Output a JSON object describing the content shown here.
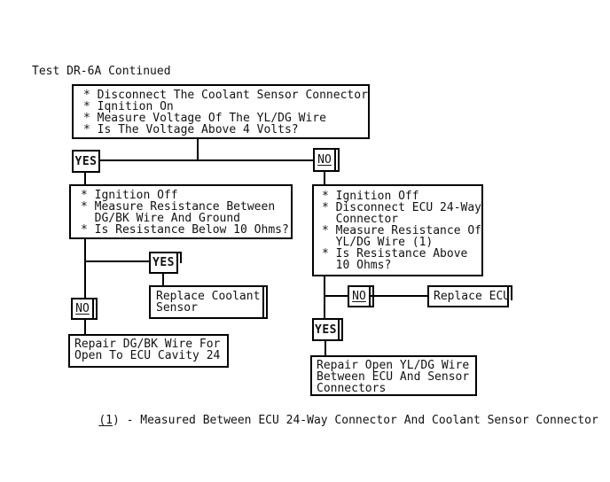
{
  "page": {
    "title": "Test DR-6A Continued",
    "footnote_underlined": "(1",
    "footnote_rest": ") - Measured Between ECU 24-Way Connector And Coolant Sensor Connector"
  },
  "colors": {
    "ink": "#000000",
    "background": "#ffffff"
  },
  "labels": {
    "yes_top": "YES",
    "no_top": "NO",
    "yes_mid": "YES",
    "no_left": "NO",
    "no_right": "NO",
    "yes_right": "YES"
  },
  "boxes": {
    "step_voltage": {
      "lines": [
        "* Disconnect The Coolant Sensor Connector",
        "* Iqnition On",
        "* Measure Voltage Of The YL/DG Wire",
        "* Is The Voltage Above 4 Volts?"
      ]
    },
    "step_resistance_ground": {
      "lines": [
        "* Ignition Off",
        "* Measure Resistance Between",
        "  DG/BK Wire And Ground",
        "* Is Resistance Below 10 Ohms?"
      ]
    },
    "step_resistance_wire": {
      "lines": [
        "* Ignition Off",
        "* Disconnect ECU 24-Way",
        "  Connector",
        "* Measure Resistance Of",
        "  YL/DG Wire (1)",
        "* Is Resistance Above",
        "  10 Ohms?"
      ]
    },
    "replace_coolant_sensor": {
      "lines": [
        "Replace Coolant",
        "Sensor"
      ]
    },
    "repair_dgbk_wire": {
      "lines": [
        "Repair DG/BK Wire For",
        "Open To ECU Cavity 24"
      ]
    },
    "replace_ecu": {
      "lines": [
        "Replace ECU"
      ]
    },
    "repair_yldg_wire": {
      "lines": [
        "Repair Open YL/DG Wire",
        "Between ECU And Sensor",
        "Connectors"
      ]
    }
  }
}
